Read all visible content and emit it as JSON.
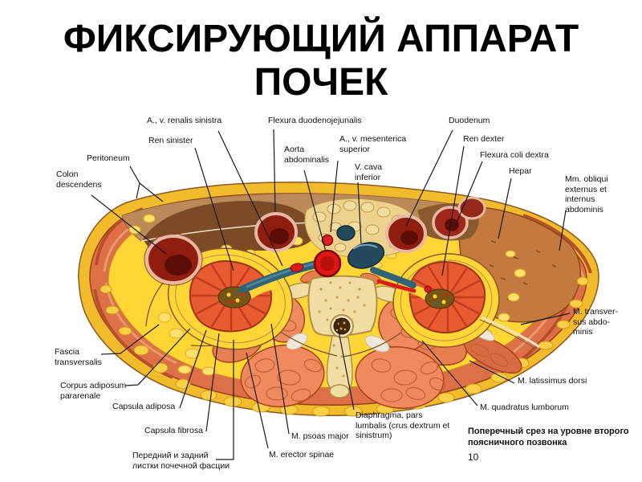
{
  "slide": {
    "title": "ФИКСИРУЮЩИЙ АППАРАТ\nПОЧЕК",
    "caption": "Поперечный срез на уровне второго\nпоясничного позвонка",
    "page_number": "10"
  },
  "labels": {
    "a_v_renalis_sinistra": "A., v. renalis sinistra",
    "ren_sinister": "Ren sinister",
    "peritoneum": "Peritoneum",
    "colon_descendens": "Colon\ndescendens",
    "flexura_duodenojejunalis": "Flexura duodenojejunalis",
    "aorta_abdominalis": "Aorta\nabdominalis",
    "a_v_mesenterica_superior": "A., v. mesenterica\nsuperior",
    "v_cava_inferior": "V. cava\ninferior",
    "duodenum": "Duodenum",
    "ren_dexter": "Ren dexter",
    "flexura_coli_dextra": "Flexura coli dextra",
    "hepar": "Hepar",
    "mm_obliqui": "Mm. obliqui\nexternus et\ninternus\nabdominis",
    "m_transversus": "M. transver-\nsus abdo-\nminis",
    "m_latissimus_dorsi": "M. latissimus dorsi",
    "m_quadratus_lumborum": "M. quadratus lumborum",
    "fascia_transversalis": "Fascia\ntransversalis",
    "corpus_adiposum": "Corpus adiposum\npararenale",
    "capsula_adiposa": "Capsula adiposa",
    "capsula_fibrosa": "Capsula fibrosa",
    "renal_fascia_layers": "Передний и задний\nлистки почечной фасции",
    "diaphragma": "Diaphragma, pars\nlumbalis (crus dextrum et\nsinistrum)",
    "m_psoas_major": "M. psoas major",
    "m_erector_spinae": "M. erector spinae"
  },
  "colors": {
    "fat_outer": "#f2bb2c",
    "fat_inner": "#ffd636",
    "muscle_wall": "#dd7046",
    "muscle_deep": "#ee8a5e",
    "peritoneal_band": "#bb8a58",
    "cavity_brown": "#7b4b28",
    "liver": "#c4793f",
    "bowel_red": "#8f1d10",
    "kidney": "#e85a32",
    "aorta_red": "#e31616",
    "vein_blue": "#2e6378",
    "vertebra_cream": "#f1dda4",
    "cord_brown": "#46280a",
    "leader_line": "#1a1a1a"
  }
}
